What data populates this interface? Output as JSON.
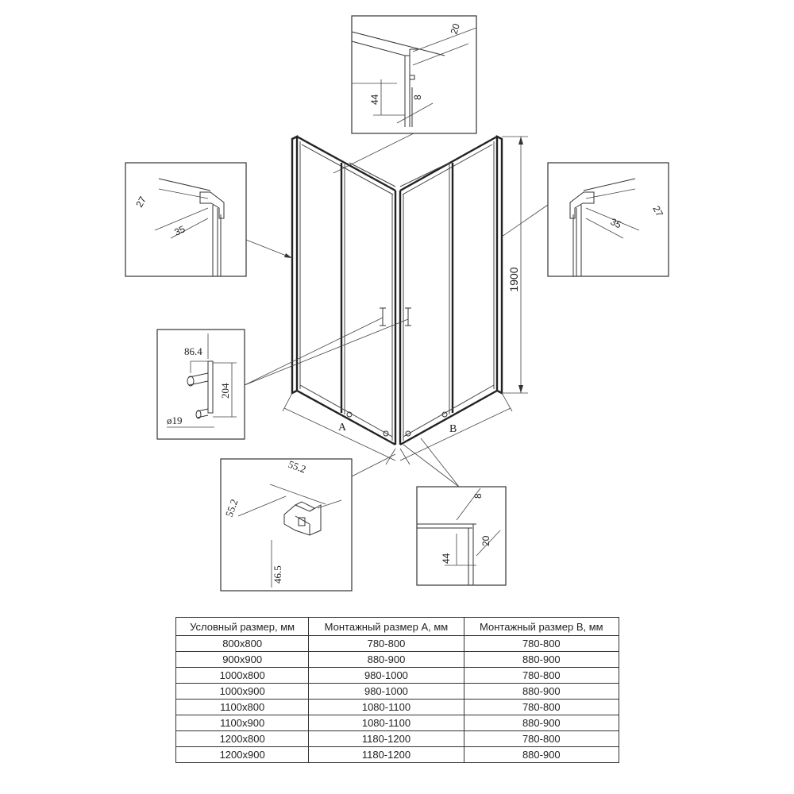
{
  "dimensions": {
    "height": "1900",
    "width_a": "A",
    "width_b": "B",
    "top_detail": {
      "d1": "20",
      "d2": "44",
      "d3": "8"
    },
    "left_detail": {
      "d1": "27",
      "d2": "35"
    },
    "right_detail": {
      "d1": "27",
      "d2": "35"
    },
    "handle_detail": {
      "depth": "86.4",
      "length": "204",
      "diameter": "ø19"
    },
    "corner_detail": {
      "w1": "55.2",
      "w2": "55.2",
      "h": "46.5"
    },
    "bottom_detail": {
      "d1": "8",
      "d2": "44",
      "d3": "20"
    }
  },
  "table": {
    "headers": [
      "Условный размер, мм",
      "Монтажный размер A, мм",
      "Монтажный размер B, мм"
    ],
    "rows": [
      [
        "800x800",
        "780-800",
        "780-800"
      ],
      [
        "900x900",
        "880-900",
        "880-900"
      ],
      [
        "1000x800",
        "980-1000",
        "780-800"
      ],
      [
        "1000x900",
        "980-1000",
        "880-900"
      ],
      [
        "1100x800",
        "1080-1100",
        "780-800"
      ],
      [
        "1100x900",
        "1080-1100",
        "880-900"
      ],
      [
        "1200x800",
        "1180-1200",
        "780-800"
      ],
      [
        "1200x900",
        "1180-1200",
        "880-900"
      ]
    ]
  }
}
